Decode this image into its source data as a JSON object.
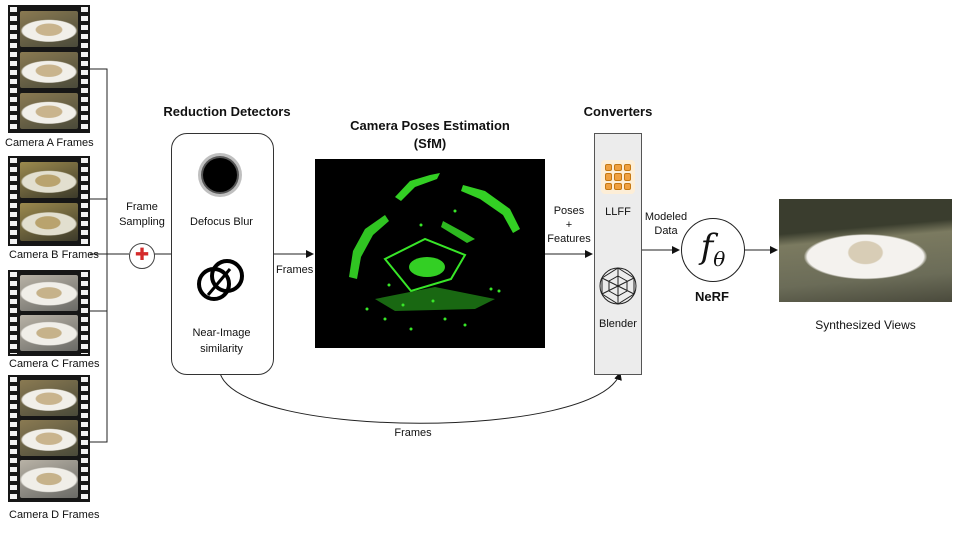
{
  "film_strips": [
    {
      "label": "Camera A Frames"
    },
    {
      "label": "Camera B Frames"
    },
    {
      "label": "Camera C Frames"
    },
    {
      "label": "Camera D Frames"
    }
  ],
  "frame_sampling": {
    "label": "Frame\nSampling"
  },
  "reduction": {
    "title": "Reduction Detectors",
    "defocus_label": "Defocus Blur",
    "similarity_label": "Near-Image\nsimilarity"
  },
  "edges": {
    "frames_to_sfm": "Frames",
    "poses_features": "Poses\n+\nFeatures",
    "modeled_data": "Modeled\nData",
    "bottom_frames": "Frames"
  },
  "sfm": {
    "title": "Camera Poses Estimation\n(SfM)",
    "point_color": "#38e628"
  },
  "converters": {
    "title": "Converters",
    "llff_label": "LLFF",
    "blender_label": "Blender",
    "llff_icon": "grid-icon",
    "blender_icon": "wireframe-sphere-icon"
  },
  "nerf": {
    "label": "NeRF",
    "symbol_main": "f",
    "symbol_sub": "θ"
  },
  "output": {
    "label": "Synthesized Views"
  },
  "colors": {
    "accent_orange": "#f0a040",
    "plus_red": "#d42a2a"
  }
}
